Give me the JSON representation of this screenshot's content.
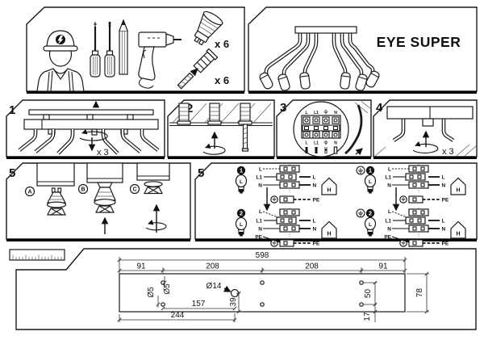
{
  "kit": {
    "bulbs_qty": "x 6",
    "anchors_qty": "x 6"
  },
  "product": {
    "title": "EYE SUPER"
  },
  "steps": {
    "one": {
      "num": "1",
      "screws": "x 3"
    },
    "two": {
      "num": "2"
    },
    "three": {
      "num": "3",
      "terminals": {
        "l": "L",
        "l1": "L1",
        "n": "N"
      }
    },
    "four": {
      "num": "4",
      "screws": "x 3"
    },
    "five_a": {
      "num": "5",
      "a": "A",
      "b": "B",
      "c": "C"
    },
    "five_b": {
      "num": "5",
      "b1": "1",
      "b2": "2",
      "bulb": "L",
      "house": "H",
      "in": {
        "l": "L",
        "l1": "L1",
        "n": "N",
        "pe": "PE"
      },
      "out": {
        "l": "L",
        "n": "N",
        "pe": "PE"
      }
    }
  },
  "dims": {
    "total": "598",
    "seg_91_left": "91",
    "seg_208_left": "208",
    "seg_208_right": "208",
    "seg_91_right": "91",
    "dia5_a": "Ø5",
    "dia5_b": "Ø5",
    "dia14": "Ø14",
    "w157": "157",
    "w244": "244",
    "h39": "39",
    "h50": "50",
    "h17": "17",
    "h78": "78"
  }
}
